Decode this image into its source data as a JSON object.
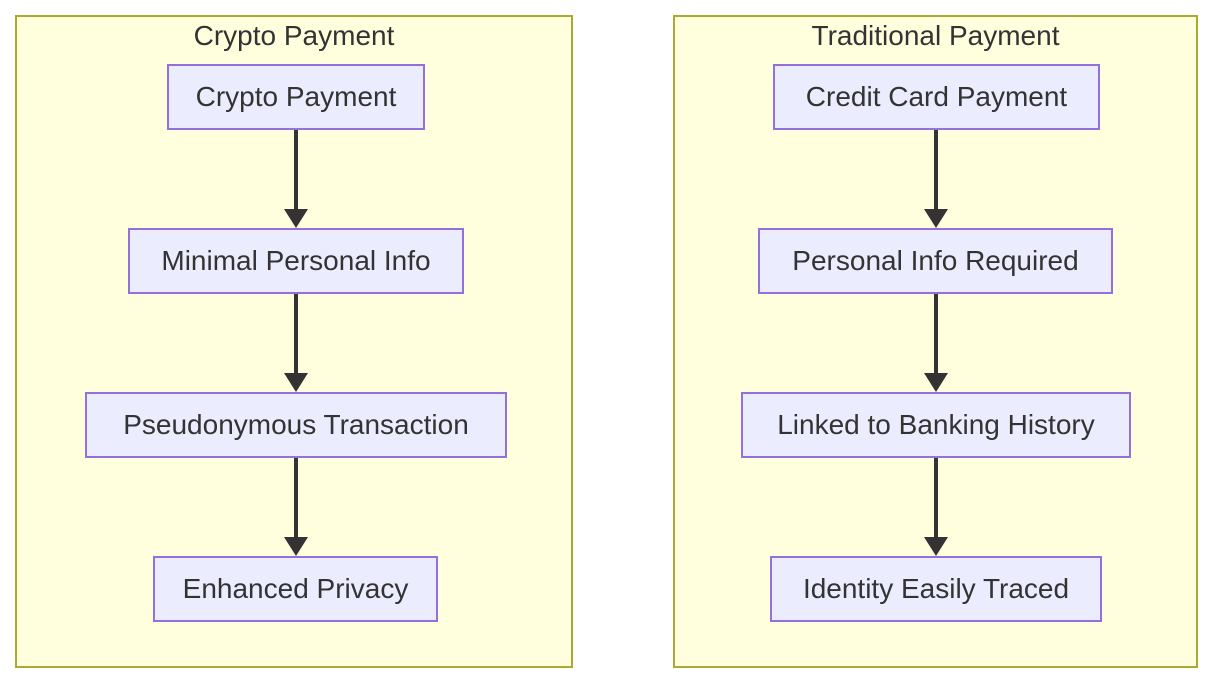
{
  "diagram": {
    "type": "flowchart",
    "columns": [
      {
        "title": "Crypto Payment",
        "nodes": [
          "Crypto Payment",
          "Minimal Personal Info",
          "Pseudonymous Transaction",
          "Enhanced Privacy"
        ]
      },
      {
        "title": "Traditional Payment",
        "nodes": [
          "Credit Card Payment",
          "Personal Info Required",
          "Linked to Banking History",
          "Identity Easily Traced"
        ]
      }
    ],
    "colors": {
      "cluster_fill": "#ffffde",
      "cluster_border": "#aaaa33",
      "node_fill": "#ececff",
      "node_border": "#9370db",
      "text": "#333333",
      "arrow": "#333333"
    }
  }
}
